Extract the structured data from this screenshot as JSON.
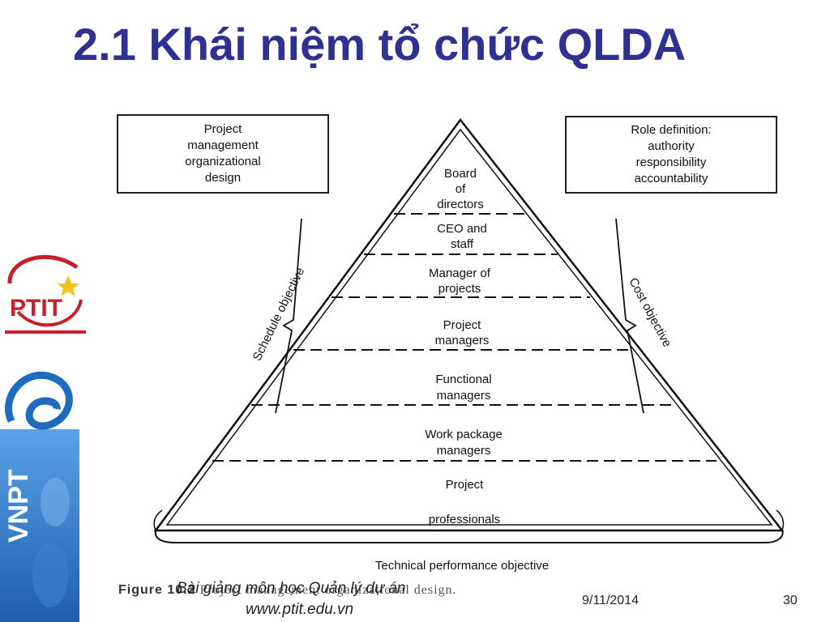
{
  "slide": {
    "title": "2.1 Khái niệm tổ chức QLDA",
    "footer_course": "Bài giảng môn học Quản lý dự án",
    "footer_url": "www.ptit.edu.vn",
    "date": "9/11/2014",
    "page_number": "30",
    "figure_label": "Figure 10.2",
    "figure_caption": "Project management organizational design."
  },
  "logos": {
    "ptit_text": "PTIT",
    "vnpt_text": "VNPT"
  },
  "boxes": {
    "left": [
      "Project",
      "management",
      "organizational",
      "design"
    ],
    "right": [
      "Role definition:",
      "authority",
      "responsibility",
      "accountability"
    ]
  },
  "pyramid": {
    "levels": [
      {
        "lines": [
          "Board",
          "of",
          "directors"
        ]
      },
      {
        "lines": [
          "CEO and",
          "staff"
        ]
      },
      {
        "lines": [
          "Manager of",
          "projects"
        ]
      },
      {
        "lines": [
          "Project",
          "managers"
        ]
      },
      {
        "lines": [
          "Functional",
          "managers"
        ]
      },
      {
        "lines": [
          "Work package",
          "managers"
        ]
      },
      {
        "lines": [
          "Project",
          "professionals"
        ]
      }
    ],
    "left_side_label": "Schedule objective",
    "right_side_label": "Cost objective",
    "base_label": "Technical performance objective"
  },
  "colors": {
    "title": "#2e3192",
    "ptit_red": "#c8202b",
    "vnpt_blue": "#1f6bbf"
  }
}
